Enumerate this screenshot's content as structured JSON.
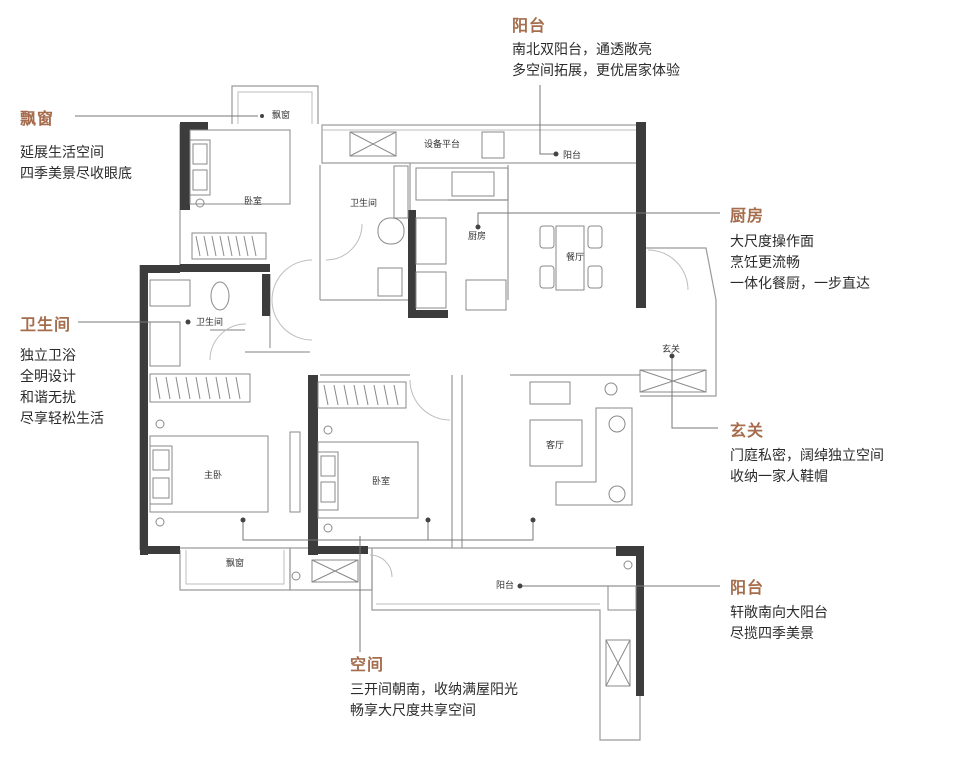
{
  "annotations": {
    "balcony_north": {
      "title": "阳台",
      "lines": [
        "南北双阳台，通透敞亮",
        "多空间拓展，更优居家体验"
      ]
    },
    "bay_window": {
      "title": "飘窗",
      "lines": [
        "延展生活空间",
        "四季美景尽收眼底"
      ]
    },
    "kitchen": {
      "title": "厨房",
      "lines": [
        "大尺度操作面",
        "烹饪更流畅",
        "一体化餐厨，一步直达"
      ]
    },
    "bathroom": {
      "title": "卫生间",
      "lines": [
        "独立卫浴",
        "全明设计",
        "和谐无扰",
        "尽享轻松生活"
      ]
    },
    "entrance": {
      "title": "玄关",
      "lines": [
        "门庭私密，阔绰独立空间",
        "收纳一家人鞋帽"
      ]
    },
    "balcony_south": {
      "title": "阳台",
      "lines": [
        "轩敞南向大阳台",
        "尽揽四季美景"
      ]
    },
    "space": {
      "title": "空间",
      "lines": [
        "三开间朝南，收纳满屋阳光",
        "畅享大尺度共享空间"
      ]
    }
  },
  "rooms": {
    "bay_window_top": "飘窗",
    "bedroom_top": "卧室",
    "bathroom_top": "卫生间",
    "equipment_platform": "设备平台",
    "balcony_top": "阳台",
    "kitchen": "厨房",
    "dining": "餐厅",
    "bathroom_left": "卫生间",
    "entrance": "玄关",
    "master_bedroom": "主卧",
    "bedroom_mid": "卧室",
    "living_room": "客厅",
    "bay_window_bottom": "飘窗",
    "balcony_bottom": "阳台"
  }
}
